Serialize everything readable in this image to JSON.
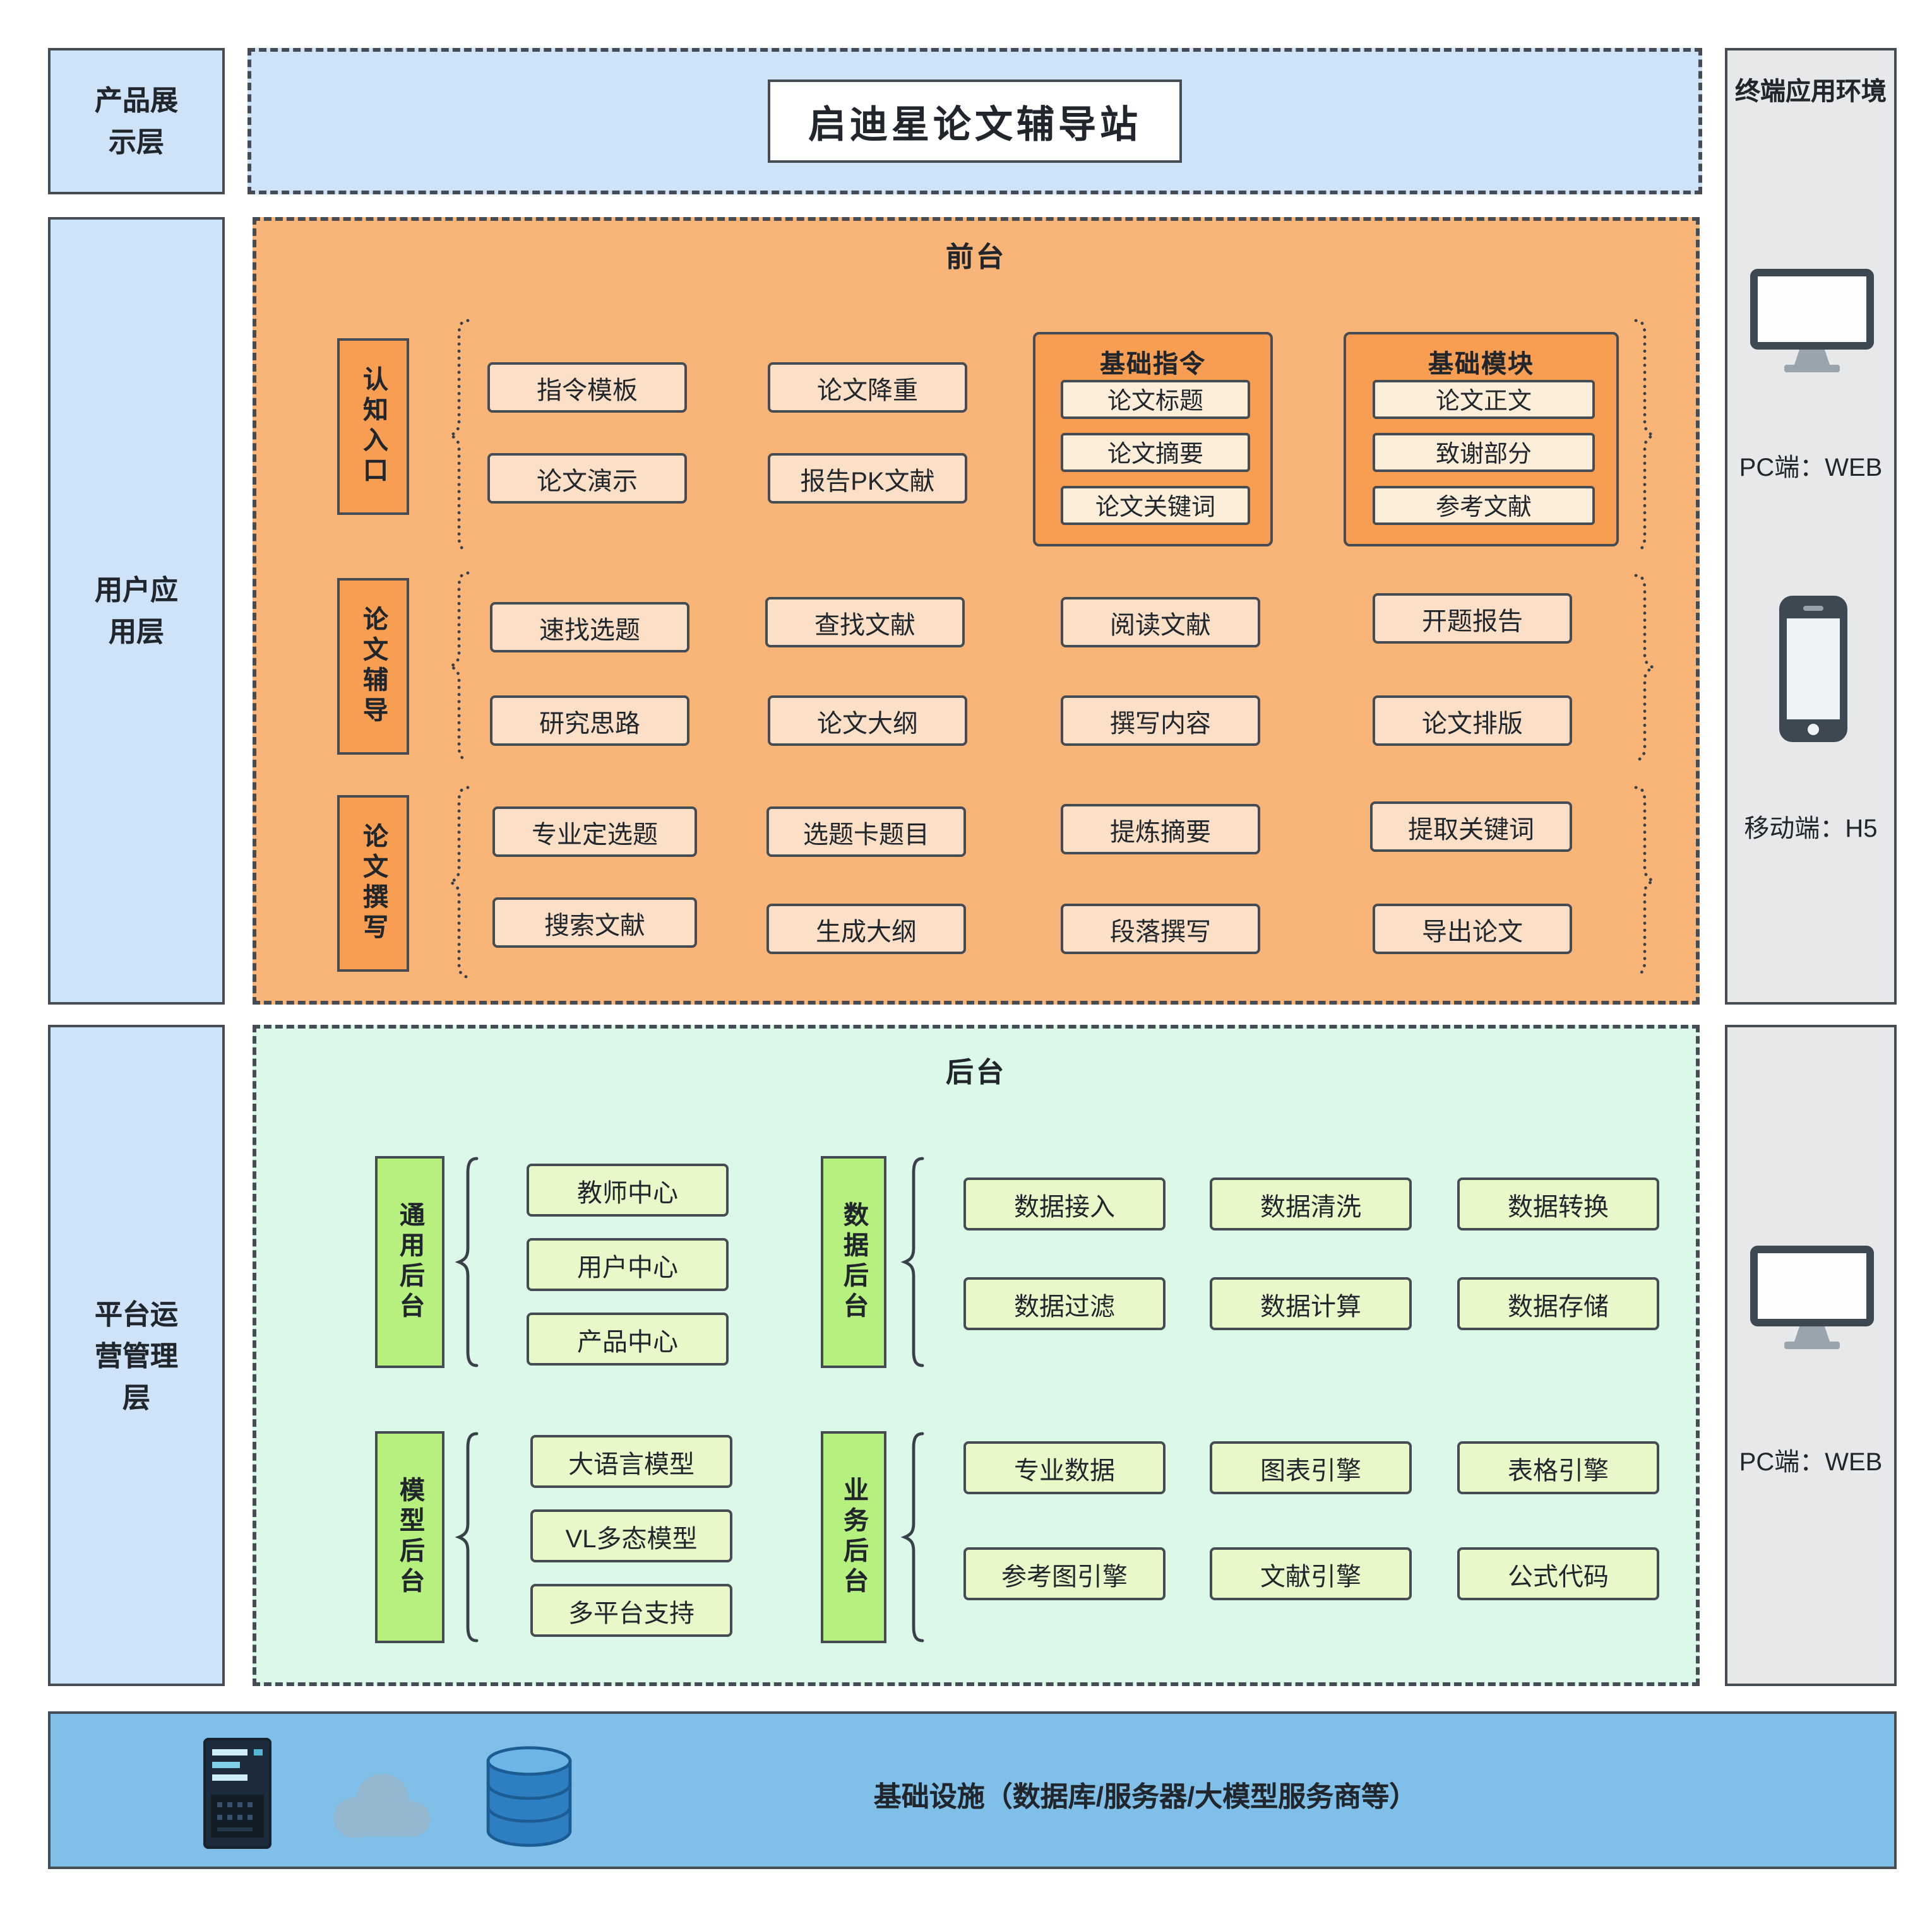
{
  "title": "启迪星论文辅导站",
  "layers": {
    "product": "产品展示层",
    "user": "用户应用层",
    "platform": "平台运营管理层"
  },
  "terminal": {
    "title": "终端应用环境",
    "pc_top": "PC端：WEB",
    "mobile": "移动端：H5",
    "pc_bottom": "PC端：WEB"
  },
  "frontend": {
    "title": "前台",
    "cognitive": {
      "label": "认知入口",
      "items": [
        "指令模板",
        "论文演示",
        "论文降重",
        "报告PK文献"
      ]
    },
    "basic_cmd": {
      "title": "基础指令",
      "items": [
        "论文标题",
        "论文摘要",
        "论文关键词"
      ]
    },
    "basic_module": {
      "title": "基础模块",
      "items": [
        "论文正文",
        "致谢部分",
        "参考文献"
      ]
    },
    "tutoring": {
      "label": "论文辅导",
      "items": [
        "速找选题",
        "研究思路",
        "查找文献",
        "论文大纲",
        "阅读文献",
        "撰写内容",
        "开题报告",
        "论文排版"
      ]
    },
    "writing": {
      "label": "论文撰写",
      "items": [
        "专业定选题",
        "搜索文献",
        "选题卡题目",
        "生成大纲",
        "提炼摘要",
        "段落撰写",
        "提取关键词",
        "导出论文"
      ]
    }
  },
  "backend": {
    "title": "后台",
    "general": {
      "label": "通用后台",
      "items": [
        "教师中心",
        "用户中心",
        "产品中心"
      ]
    },
    "data": {
      "label": "数据后台",
      "items": [
        "数据接入",
        "数据清洗",
        "数据转换",
        "数据过滤",
        "数据计算",
        "数据存储"
      ]
    },
    "model": {
      "label": "模型后台",
      "items": [
        "大语言模型",
        "VL多态模型",
        "多平台支持"
      ]
    },
    "business": {
      "label": "业务后台",
      "items": [
        "专业数据",
        "图表引擎",
        "表格引擎",
        "参考图引擎",
        "文献引擎",
        "公式代码"
      ]
    }
  },
  "infrastructure": {
    "label": "基础设施（数据库/服务器/大模型服务商等）"
  },
  "colors": {
    "layer_bg": "#cfe3f8",
    "border": "#454c54",
    "frontend_bg": "#f9b577",
    "frontend_item": "#fbdfc6",
    "frontend_accent": "#f79e52",
    "frontend_accent_item": "#fdeeda",
    "backend_bg": "#dbf8e8",
    "backend_item": "#e7f8c9",
    "backend_accent": "#b6f07e",
    "infra_bg": "#80bfe8",
    "terminal_bg": "#e7e8ea"
  }
}
